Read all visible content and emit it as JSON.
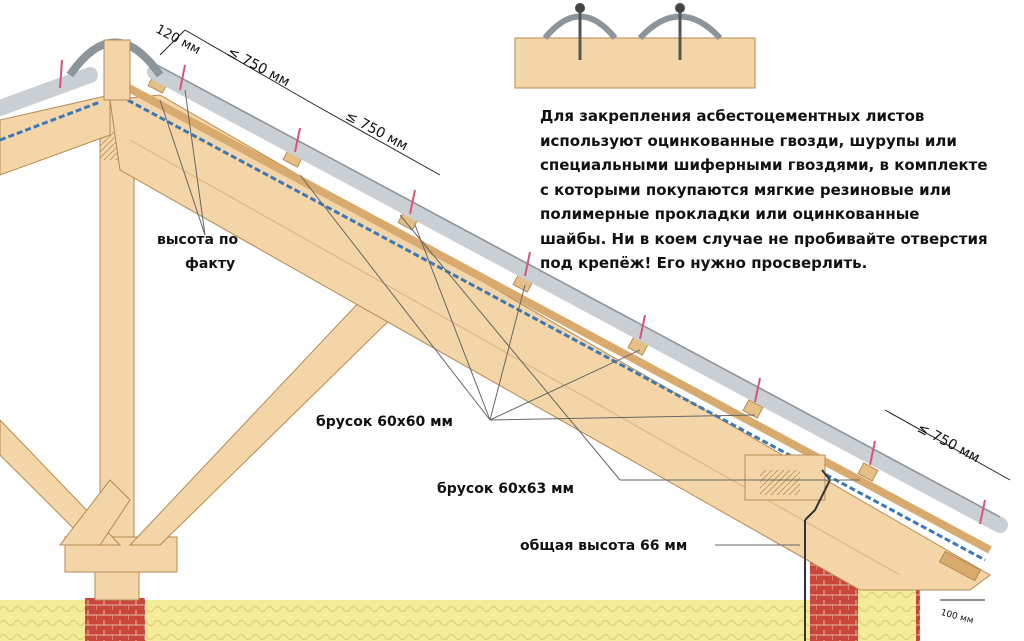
{
  "description": {
    "lines": [
      "Для закрепления асбестоцементных листов",
      "используют оцинкованные гвозди, шурупы или",
      "специальными шиферными гвоздями, в комплекте",
      "с которыми покупаются мягкие резиновые или",
      "полимерные прокладки или оцинкованные",
      "шайбы. Ни в коем случае не пробивайте отверстия",
      "под крепёж! Его нужно просверлить."
    ]
  },
  "labels": {
    "height_line1": "высота по",
    "height_line2": "факту",
    "batten_60x60": "брусок 60х60 мм",
    "batten_60x63": "брусок 60х63 мм",
    "total_height": "общая высота 66 мм"
  },
  "dimensions": {
    "ridge_offset": "120 мм",
    "spacing_1": "≤ 750 мм",
    "spacing_2": "≤ 750 мм",
    "spacing_eave": "≤ 750 мм",
    "overhang": "100 мм"
  },
  "colors": {
    "timber": "#f3d5a8",
    "timber_dark": "#d8aa6e",
    "slate": "#c9cfd3",
    "membrane": "#3a78b8",
    "brick": "#c9473a",
    "insulation": "#f5ec9a"
  }
}
